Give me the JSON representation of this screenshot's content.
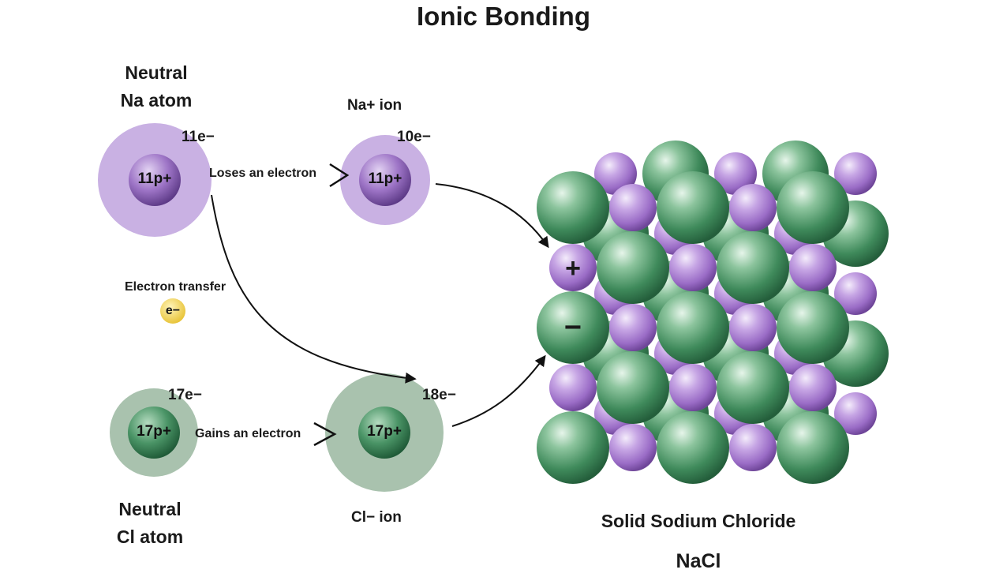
{
  "title": "Ionic Bonding",
  "na_atom": {
    "label_line1": "Neutral",
    "label_line2": "Na atom",
    "electrons": "11e−",
    "nucleus": "11p+"
  },
  "na_ion": {
    "label": "Na+ ion",
    "electrons": "10e−",
    "nucleus": "11p+"
  },
  "cl_atom": {
    "label_line1": "Neutral",
    "label_line2": "Cl atom",
    "electrons": "17e−",
    "nucleus": "17p+"
  },
  "cl_ion": {
    "label": "Cl− ion",
    "electrons": "18e−",
    "nucleus": "17p+"
  },
  "arrows": {
    "loses": "Loses an electron",
    "gains": "Gains an electron"
  },
  "transfer": {
    "label": "Electron transfer",
    "electron": "e−"
  },
  "crystal": {
    "plus": "+",
    "minus": "−",
    "caption": "Solid Sodium Chloride",
    "formula": "NaCl"
  },
  "colors": {
    "sodium_shell": "#c9b1e3",
    "sodium_core": "#8e63b8",
    "chlorine_shell": "#a9c2ae",
    "chlorine_core": "#3e8a5c",
    "electron": "#f2d24f",
    "text": "#1a1a1a"
  }
}
